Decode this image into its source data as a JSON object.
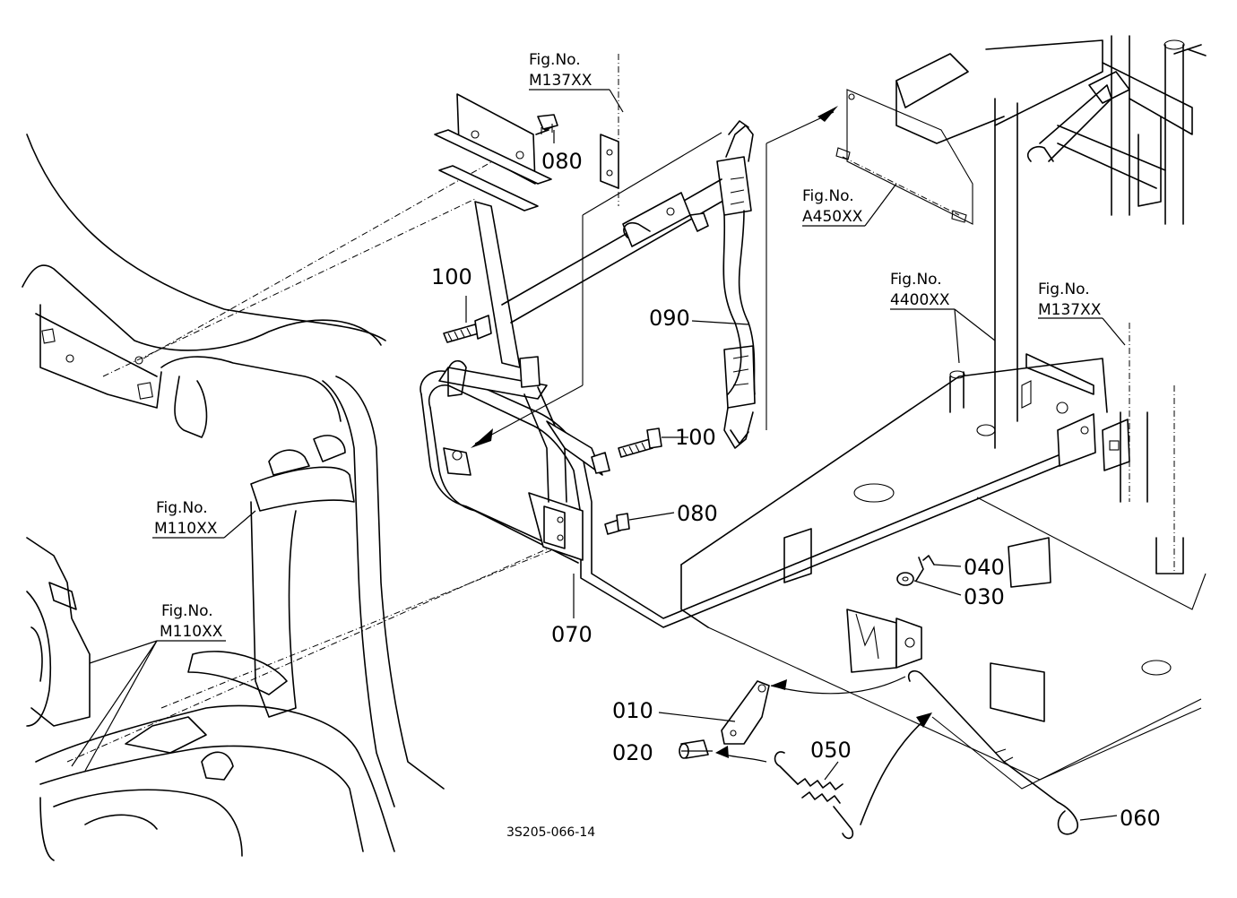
{
  "drawing_code": "3S205-066-14",
  "parts": {
    "p010": "010",
    "p020": "020",
    "p030": "030",
    "p040": "040",
    "p050": "050",
    "p060": "060",
    "p070": "070",
    "p080": "080",
    "p090": "090",
    "p100": "100"
  },
  "fig_refs": {
    "fig_label": "Fig.No.",
    "m137_top": "M137XX",
    "a450": "A450XX",
    "r4400": "4400XX",
    "m137_right": "M137XX",
    "m110_mid": "M110XX",
    "m110_low": "M110XX"
  }
}
